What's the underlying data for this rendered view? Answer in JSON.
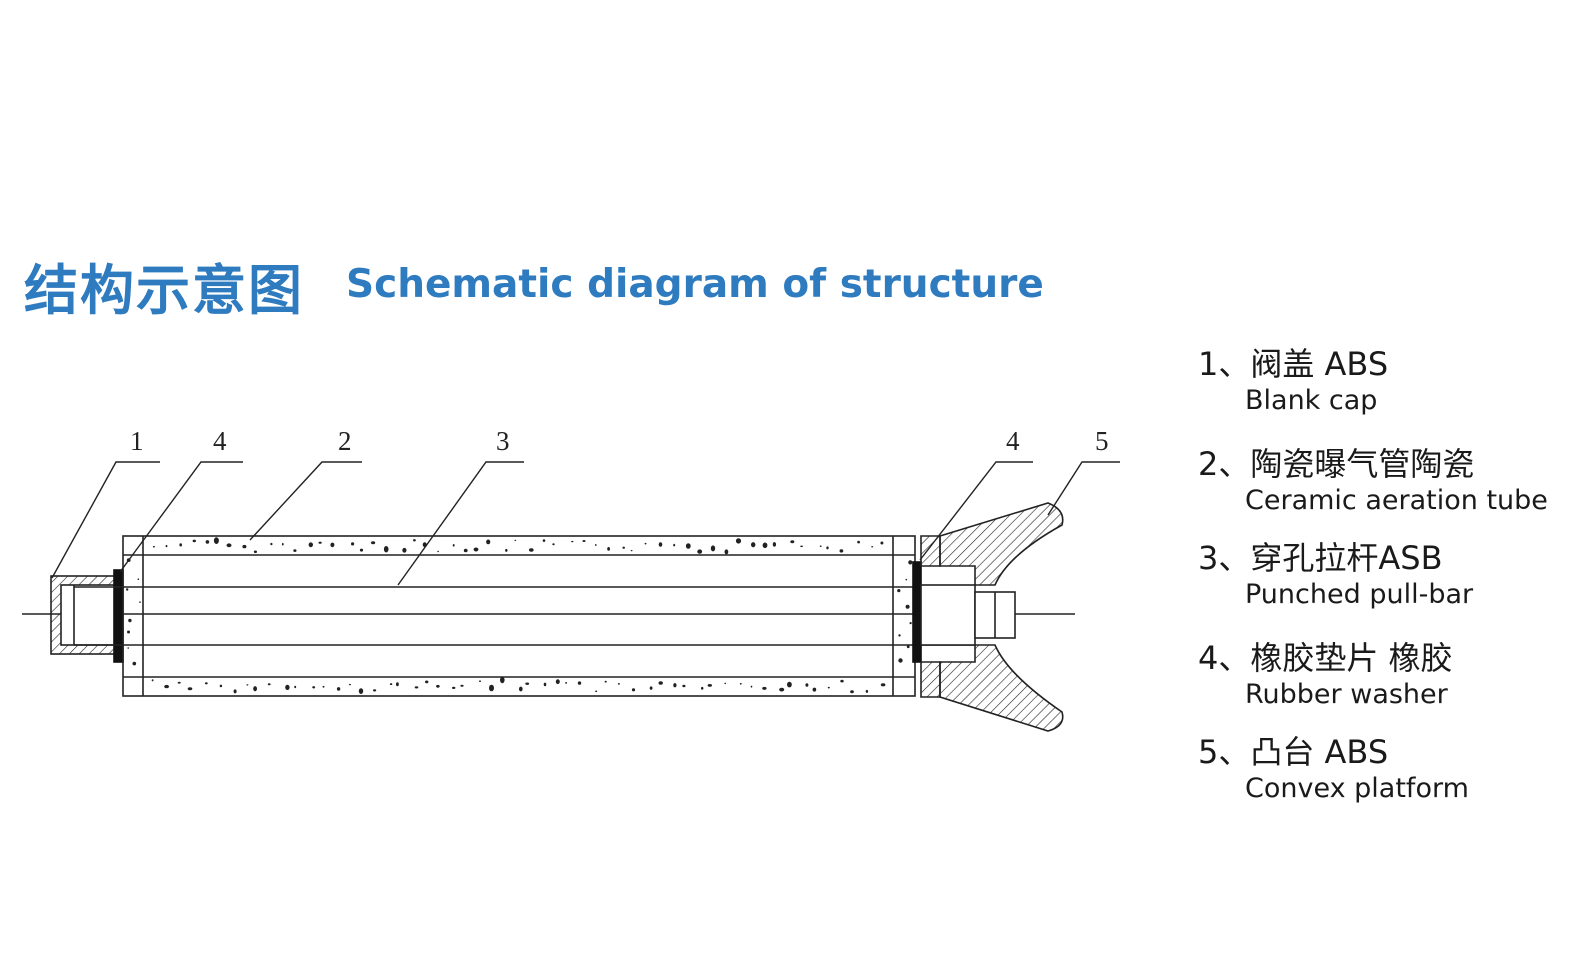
{
  "header": {
    "title_zh": "结构示意图",
    "title_en": "Schematic diagram of structure"
  },
  "callouts": [
    "1",
    "4",
    "2",
    "3",
    "4",
    "5"
  ],
  "legend": [
    {
      "zh": "1、阀盖 ABS",
      "en": "Blank cap"
    },
    {
      "zh": "2、陶瓷曝气管陶瓷",
      "en": "Ceramic aeration tube"
    },
    {
      "zh": "3、穿孔拉杆ASB",
      "en": "Punched pull-bar"
    },
    {
      "zh": "4、橡胶垫片 橡胶",
      "en": "Rubber washer"
    },
    {
      "zh": " 5、凸台 ABS",
      "en": "Convex platform"
    }
  ],
  "colors": {
    "title": "#2f7bbf",
    "line": "#222222",
    "washer": "#111111"
  }
}
